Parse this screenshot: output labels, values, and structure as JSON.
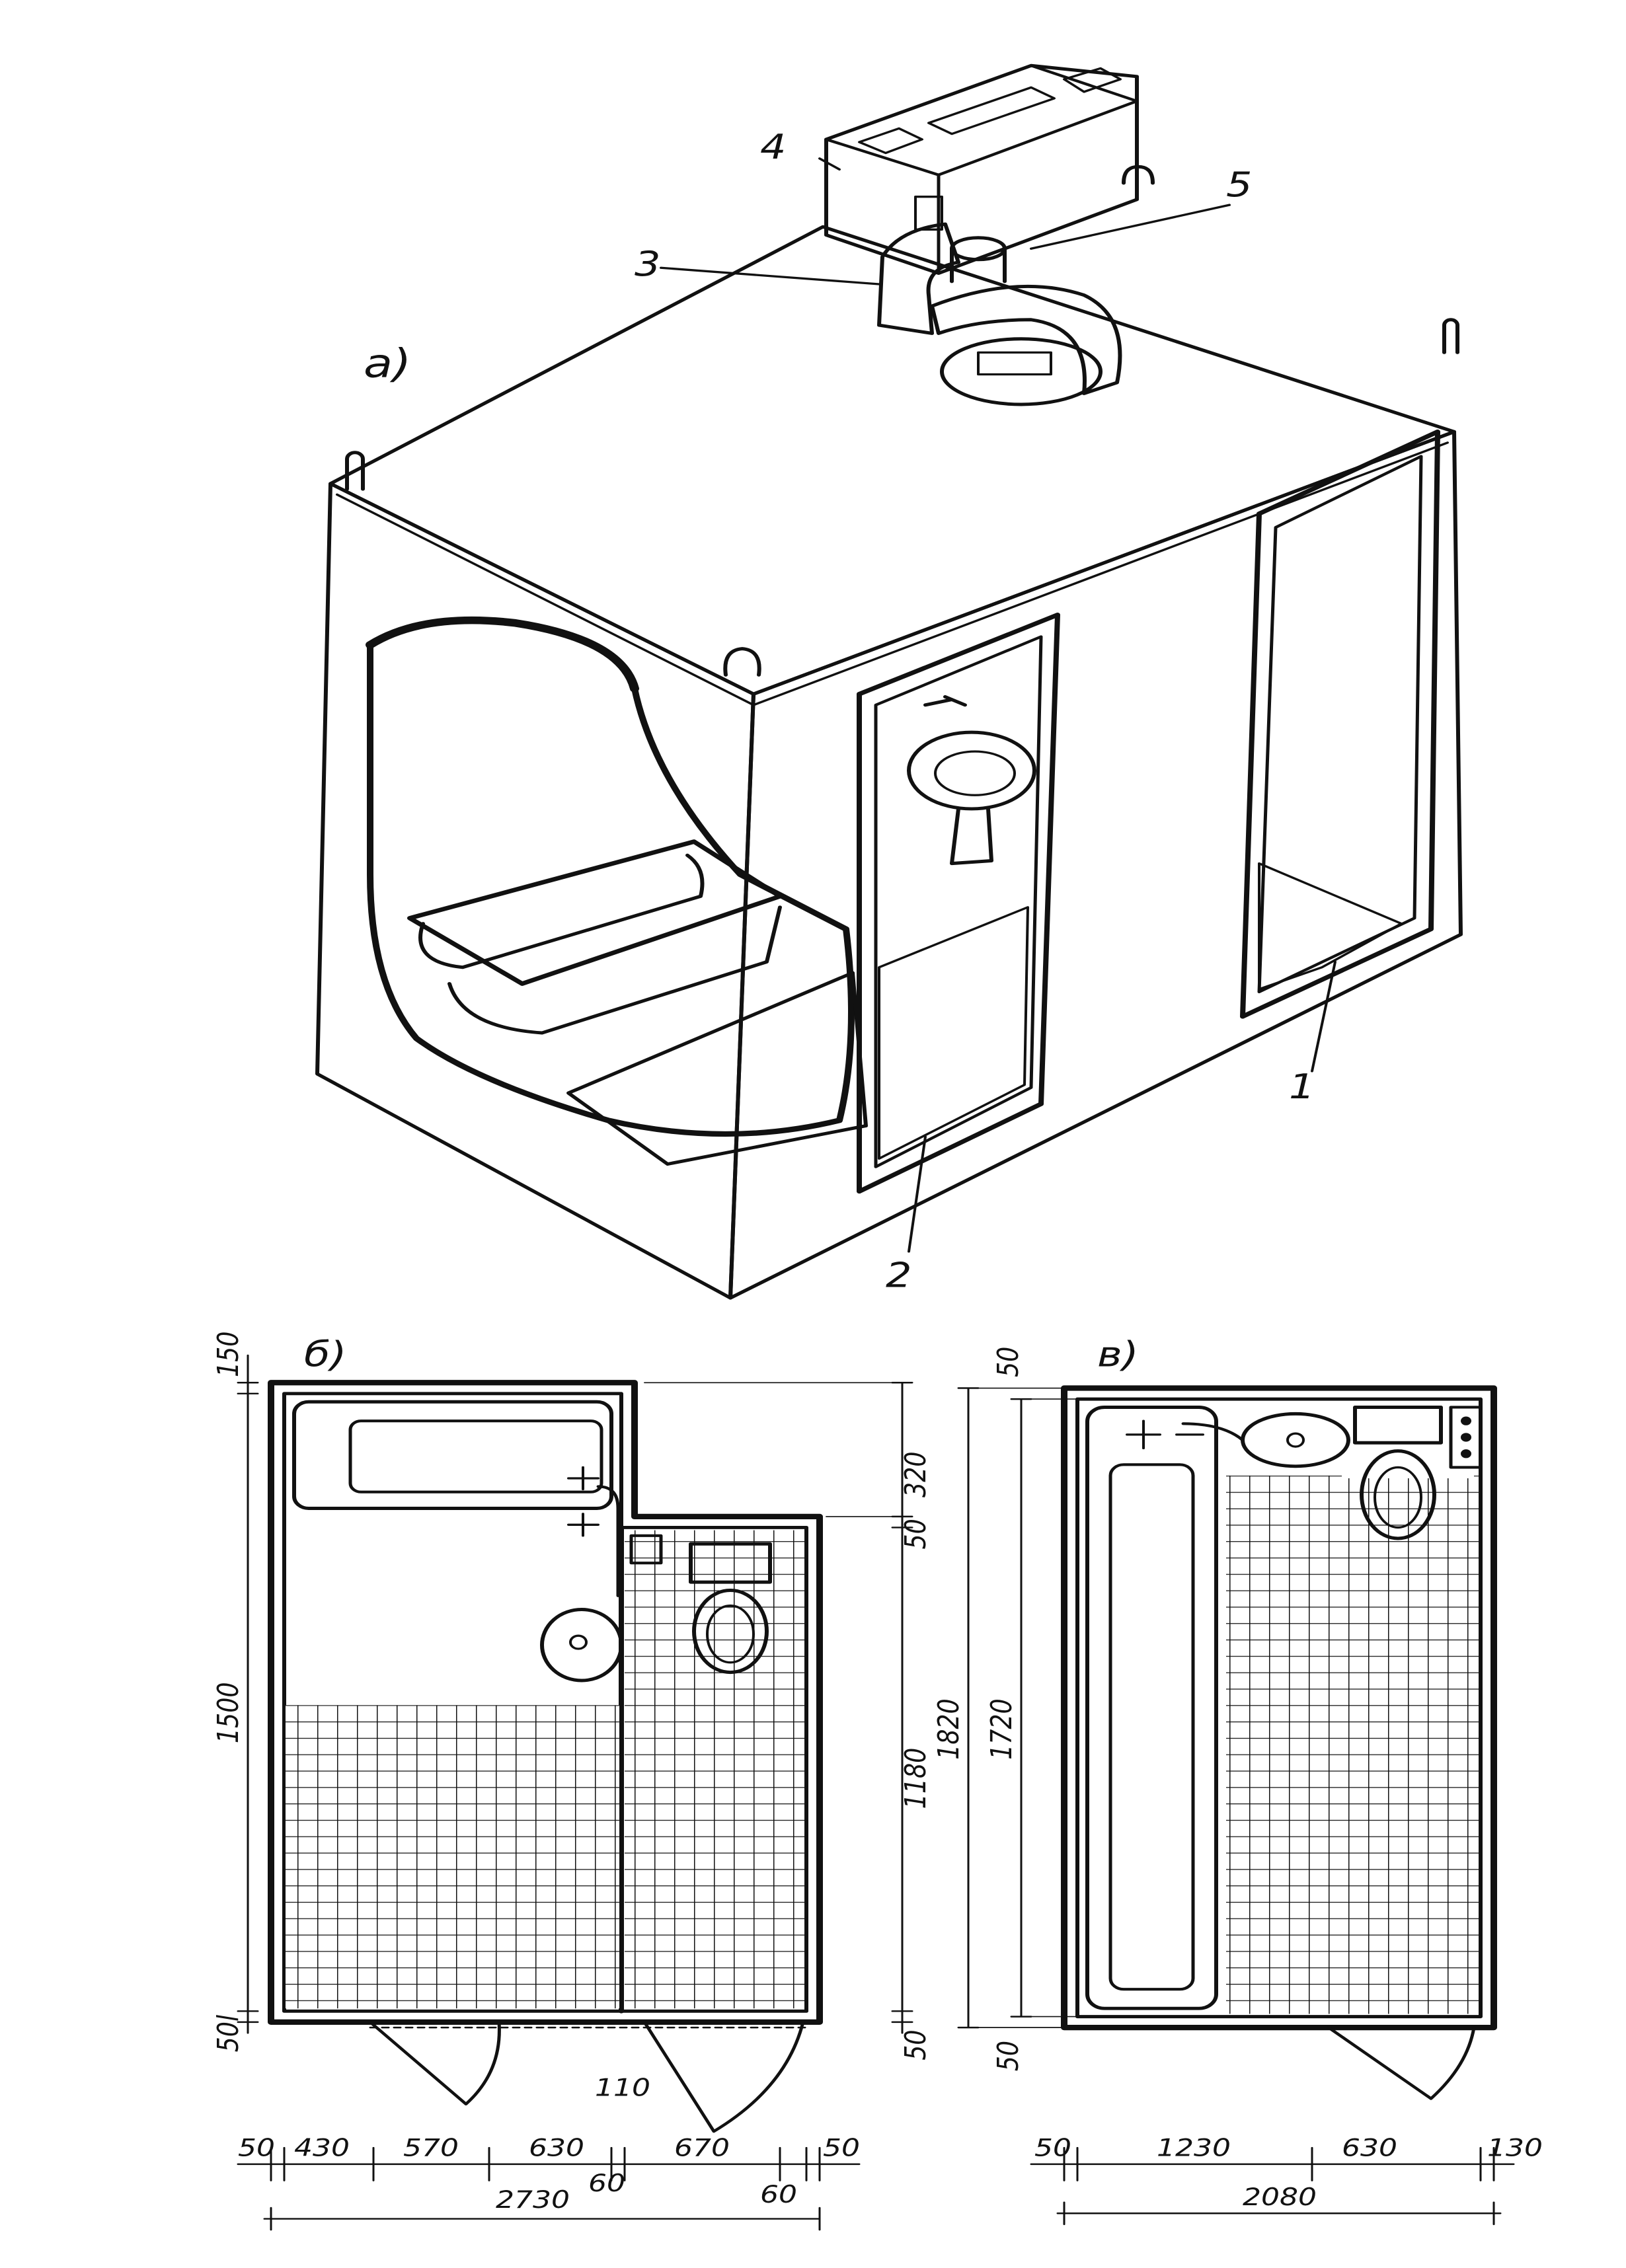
{
  "parts": {
    "a": "а)",
    "b": "б)",
    "v": "в)"
  },
  "callouts": [
    "1",
    "2",
    "3",
    "4",
    "5"
  ],
  "plan_b": {
    "top_dims": [
      "150",
      "1500",
      "50l"
    ],
    "right_dims": [
      "320",
      "50",
      "1180",
      "50"
    ],
    "bottom_dims": [
      "50",
      "430",
      "570",
      "630",
      "110",
      "670",
      "50"
    ],
    "sub_dims": [
      "60",
      "60"
    ],
    "total": "2730"
  },
  "plan_v": {
    "left_dims": [
      "50",
      "1820",
      "1720",
      "50"
    ],
    "bottom_dims": [
      "50",
      "1230",
      "630",
      "130"
    ],
    "total": "2080"
  },
  "colors": {
    "ink": "#111111",
    "paper": "#ffffff"
  }
}
